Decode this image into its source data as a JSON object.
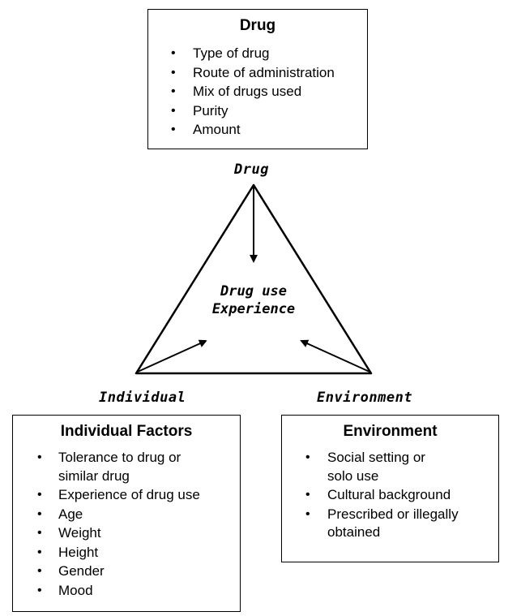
{
  "drug_box": {
    "title": "Drug",
    "items": [
      "Type of drug",
      "Route of administration",
      "Mix of drugs used",
      "Purity",
      "Amount"
    ]
  },
  "triangle": {
    "top_label": "Drug",
    "left_label": "Individual",
    "right_label": "Environment",
    "center_line1": "Drug use",
    "center_line2": "Experience"
  },
  "individual_box": {
    "title": "Individual Factors",
    "items": [
      "Tolerance to drug or similar drug",
      "Experience of drug use",
      "Age",
      "Weight",
      "Height",
      "Gender",
      "Mood"
    ]
  },
  "environment_box": {
    "title": "Environment",
    "items": [
      "Social setting or solo use",
      "Cultural background",
      "Prescribed or illegally obtained"
    ]
  }
}
